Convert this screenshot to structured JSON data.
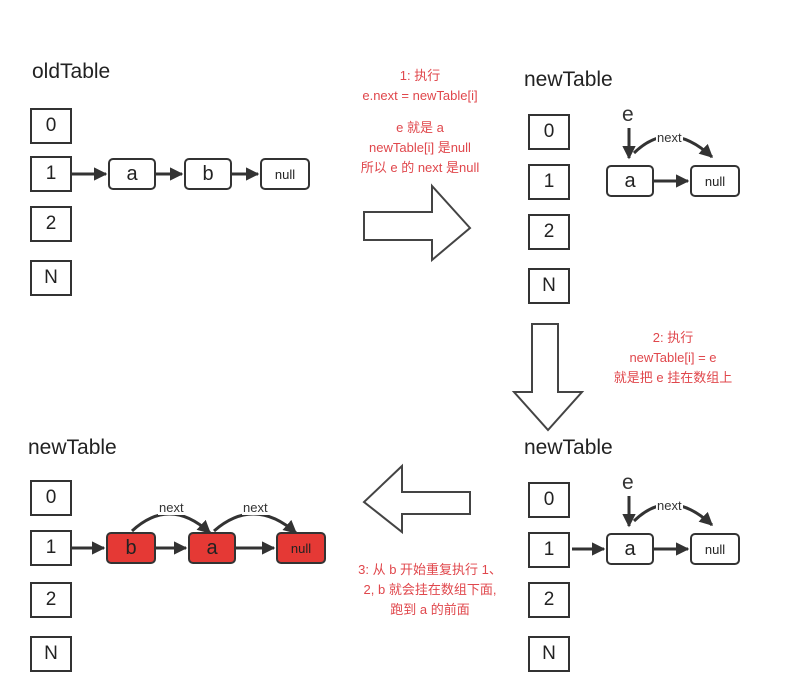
{
  "panels": {
    "old": {
      "title": "oldTable"
    },
    "step1": {
      "title": "newTable"
    },
    "step2": {
      "title": "newTable"
    },
    "step3": {
      "title": "newTable"
    }
  },
  "table_labels": [
    "0",
    "1",
    "2",
    "N"
  ],
  "nodes": {
    "a": "a",
    "b": "b",
    "null": "null"
  },
  "link_label": "next",
  "var_label": "e",
  "notes": {
    "step1": [
      "1: 执行",
      "e.next = newTable[i]",
      "",
      "e 就是 a",
      "newTable[i] 是null",
      "所以 e 的 next 是null"
    ],
    "step2": [
      "2: 执行",
      "newTable[i] = e",
      "就是把 e 挂在数组上"
    ],
    "step3": [
      "3: 从 b 开始重复执行 1、",
      "2, b 就会挂在数组下面,",
      "跑到 a 的前面"
    ]
  },
  "colors": {
    "highlight_node": "#e53935",
    "note_text": "#e0474c"
  }
}
